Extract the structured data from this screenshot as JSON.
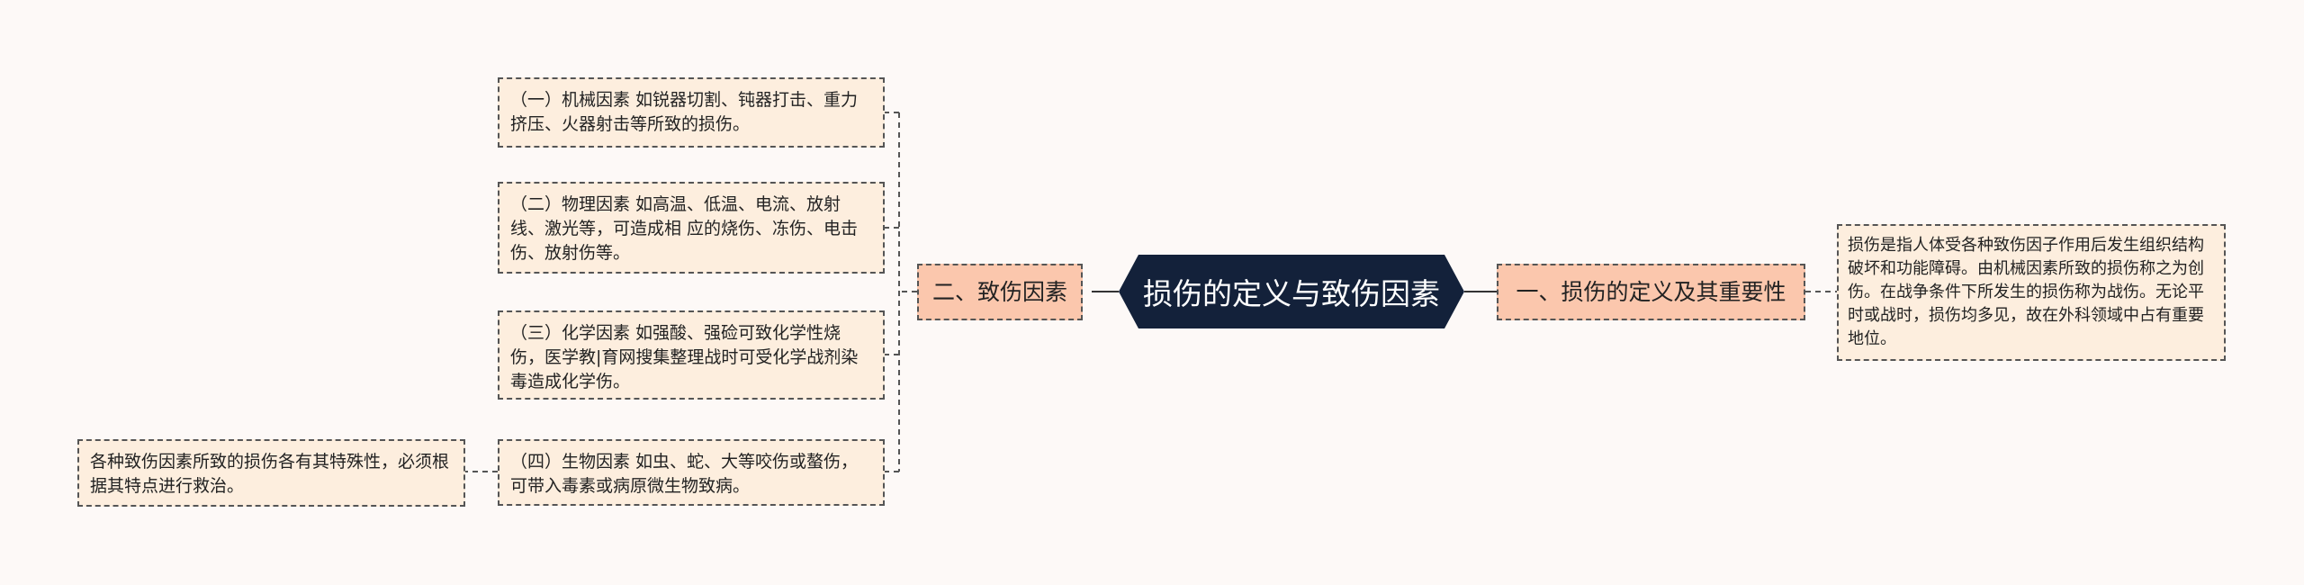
{
  "root": {
    "title": "损伤的定义与致伤因素"
  },
  "left_branch": {
    "label": "二、致伤因素",
    "children": [
      {
        "text": "（一）机械因素 如锐器切割、钝器打击、重力挤压、火器射击等所致的损伤。"
      },
      {
        "text": "（二）物理因素 如高温、低温、电流、放射线、激光等，可造成相 应的烧伤、冻伤、电击伤、放射伤等。"
      },
      {
        "text": "（三）化学因素 如强酸、强硷可致化学性烧伤，医学教|育网搜集整理战时可受化学战剂染毒造成化学伤。"
      },
      {
        "text": "（四）生物因素 如虫、蛇、大等咬伤或螯伤，可带入毒素或病原微生物致病。"
      }
    ],
    "note": {
      "text": "各种致伤因素所致的损伤各有其特殊性，必须根据其特点进行救治。"
    }
  },
  "right_branch": {
    "label": "一、损伤的定义及其重要性",
    "children": [
      {
        "text": "损伤是指人体受各种致伤因子作用后发生组织结构破坏和功能障碍。由机械因素所致的损伤称之为创伤。在战争条件下所发生的损伤称为战伤。无论平时或战时，损伤均多见，故在外科领域中占有重要地位。"
      }
    ]
  }
}
